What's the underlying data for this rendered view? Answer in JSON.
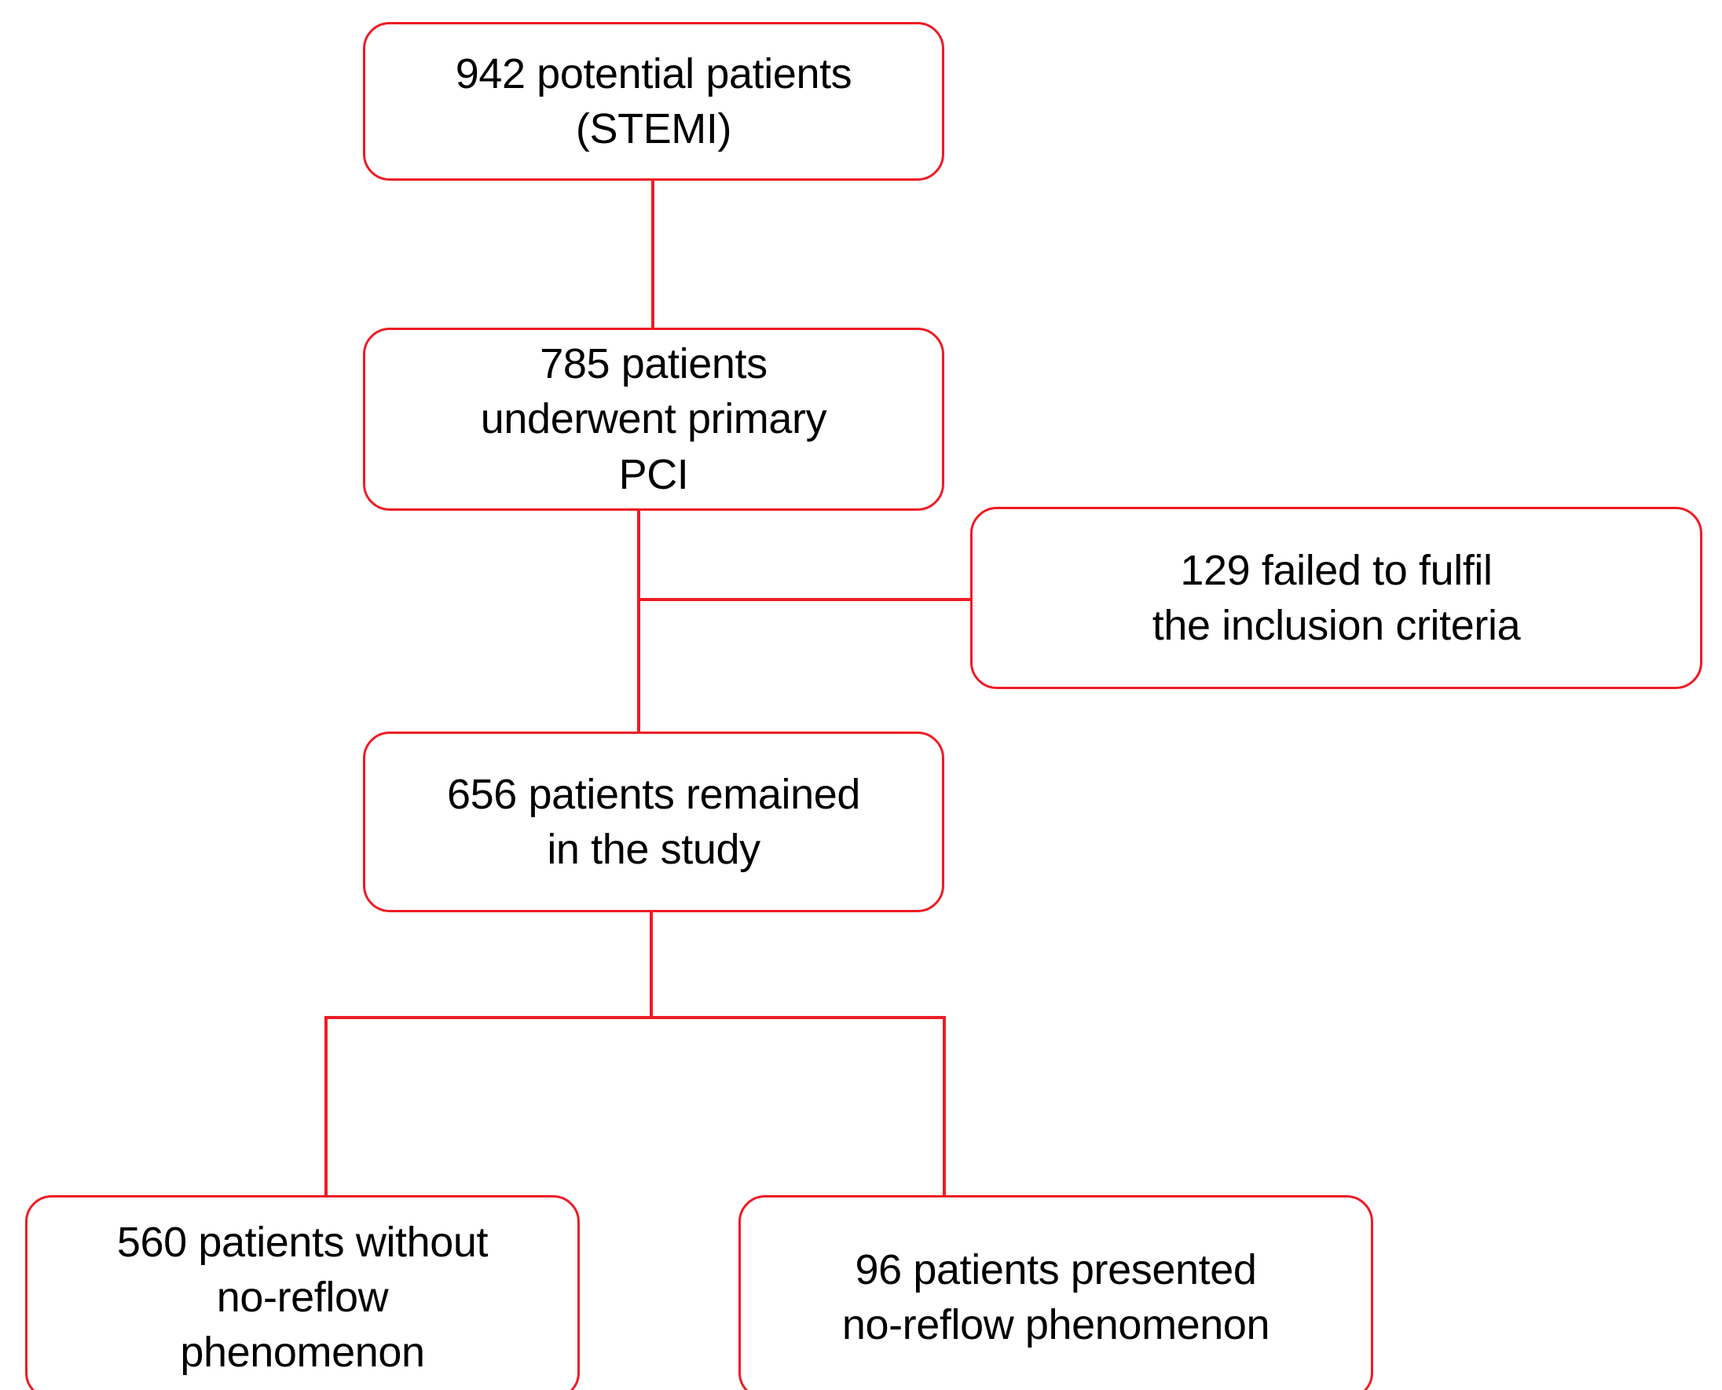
{
  "diagram": {
    "title": "STEMI patient selection flowchart",
    "accent_color": "#ee1c25",
    "text_color": "#000000",
    "background_color": "#ffffff",
    "nodes": {
      "potential": {
        "text": "942 potential patients\n(STEMI)",
        "count": 942,
        "label": "potential patients (STEMI)"
      },
      "primary_pci": {
        "text": "785 patients\nunderwent primary\nPCI",
        "count": 785,
        "label": "patients underwent primary PCI"
      },
      "excluded": {
        "text": "129 failed to fulfil\nthe inclusion criteria",
        "count": 129,
        "label": "failed to fulfil the inclusion criteria"
      },
      "remained": {
        "text": "656 patients remained\nin the study",
        "count": 656,
        "label": "patients remained in the study"
      },
      "no_reflow_absent": {
        "text": "560 patients without\nno-reflow\nphenomenon",
        "count": 560,
        "label": "patients without no-reflow phenomenon"
      },
      "no_reflow_present": {
        "text": "96 patients presented\nno-reflow phenomenon",
        "count": 96,
        "label": "patients presented no-reflow phenomenon"
      }
    },
    "connectors": [
      {
        "name": "potential-to-primary-pci",
        "from": "potential",
        "to": "primary_pci",
        "orientation": "vertical"
      },
      {
        "name": "primary-pci-to-remained",
        "from": "primary_pci",
        "to": "remained",
        "orientation": "vertical"
      },
      {
        "name": "primary-pci-to-excluded",
        "from": "primary_pci",
        "to": "excluded",
        "orientation": "horizontal"
      },
      {
        "name": "remained-to-split",
        "from": "remained",
        "to": "split",
        "orientation": "vertical"
      },
      {
        "name": "split-bar",
        "from": "split",
        "to": "both-outcomes",
        "orientation": "horizontal"
      },
      {
        "name": "split-to-no-reflow-absent",
        "from": "split",
        "to": "no_reflow_absent",
        "orientation": "vertical"
      },
      {
        "name": "split-to-no-reflow-present",
        "from": "split",
        "to": "no_reflow_present",
        "orientation": "vertical"
      }
    ]
  }
}
